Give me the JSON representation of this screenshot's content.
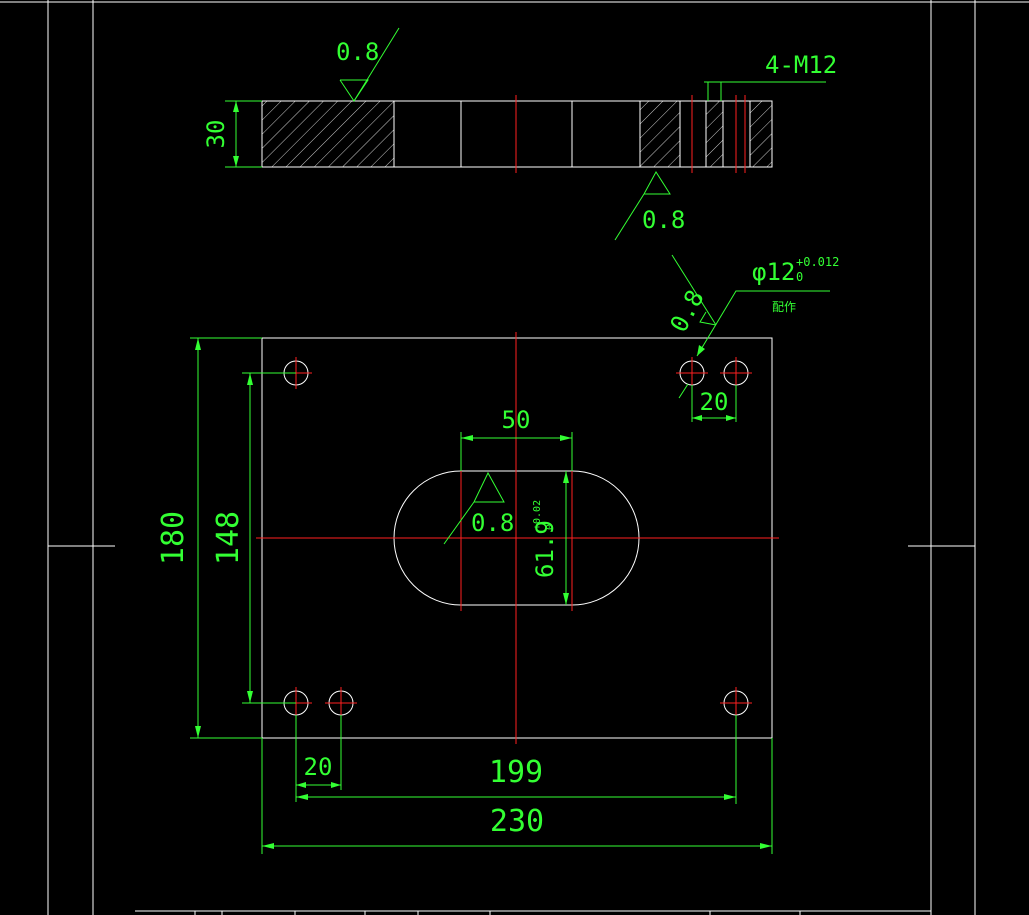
{
  "drawing": {
    "roughness_labels": [
      "0.8",
      "0.8",
      "0.8",
      "0.8"
    ],
    "side_view": {
      "thickness": "30",
      "thread_callout": "4-M12"
    },
    "pin_hole_note": {
      "diameter": "φ12",
      "tol_upper": "+0.012",
      "tol_lower": "0",
      "remark": "配作"
    },
    "dimensions": {
      "overall_width": "230",
      "hole_spacing_x": "199",
      "overall_height": "180",
      "hole_spacing_y": "148",
      "slot_width": "50",
      "slot_height": "61.9",
      "slot_tol_upper": "+0.02",
      "slot_tol_lower": "0",
      "pin_offset_bottom": "20",
      "pin_offset_top": "20"
    },
    "colors": {
      "background": "#000000",
      "outline": "#ffffff",
      "centerline": "#ff2020",
      "dimension": "#33ff33"
    }
  }
}
